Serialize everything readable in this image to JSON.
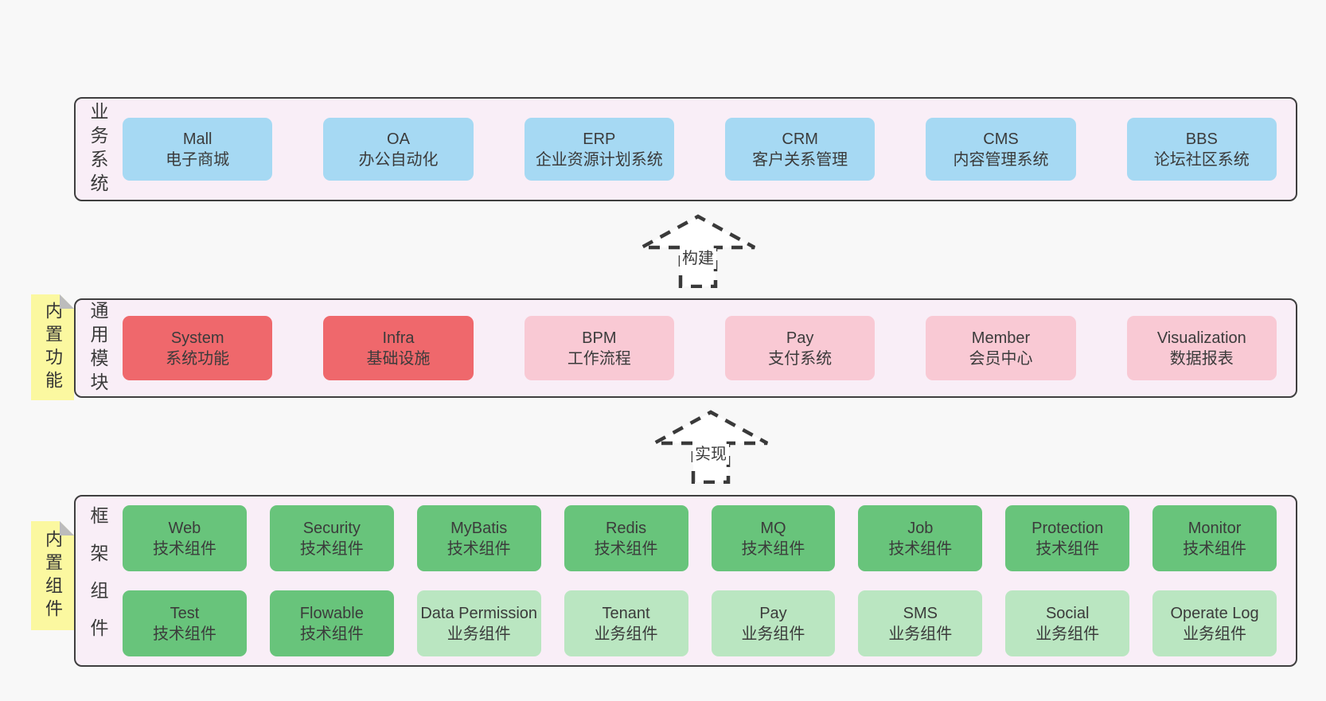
{
  "colors": {
    "page_bg": "#f8f8f8",
    "band_bg": "#f9eef7",
    "band_border": "#3f3f3f",
    "box_blue": "#a6d9f3",
    "box_red": "#ef686c",
    "box_pink": "#f9c9d4",
    "box_green": "#68c47b",
    "box_green_light": "#bae6c1",
    "sticky_yellow": "#fbf8a0",
    "sticky_fold": "#bcbcbc",
    "text": "#3a3a3a"
  },
  "arrows": [
    {
      "label": "构建"
    },
    {
      "label": "实现"
    }
  ],
  "bands": [
    {
      "label": "业务系统",
      "boxes": [
        {
          "name": "Mall",
          "desc": "电子商城"
        },
        {
          "name": "OA",
          "desc": "办公自动化"
        },
        {
          "name": "ERP",
          "desc": "企业资源计划系统"
        },
        {
          "name": "CRM",
          "desc": "客户关系管理"
        },
        {
          "name": "CMS",
          "desc": "内容管理系统"
        },
        {
          "name": "BBS",
          "desc": "论坛社区系统"
        }
      ]
    },
    {
      "label": "通用模块",
      "sticky": "内置功能",
      "boxes": [
        {
          "name": "System",
          "desc": "系统功能"
        },
        {
          "name": "Infra",
          "desc": "基础设施"
        },
        {
          "name": "BPM",
          "desc": "工作流程"
        },
        {
          "name": "Pay",
          "desc": "支付系统"
        },
        {
          "name": "Member",
          "desc": "会员中心"
        },
        {
          "name": "Visualization",
          "desc": "数据报表"
        }
      ]
    },
    {
      "label": "框架组件",
      "sticky": "内置组件",
      "rows": [
        [
          {
            "name": "Web",
            "desc": "技术组件"
          },
          {
            "name": "Security",
            "desc": "技术组件"
          },
          {
            "name": "MyBatis",
            "desc": "技术组件"
          },
          {
            "name": "Redis",
            "desc": "技术组件"
          },
          {
            "name": "MQ",
            "desc": "技术组件"
          },
          {
            "name": "Job",
            "desc": "技术组件"
          },
          {
            "name": "Protection",
            "desc": "技术组件"
          },
          {
            "name": "Monitor",
            "desc": "技术组件"
          }
        ],
        [
          {
            "name": "Test",
            "desc": "技术组件"
          },
          {
            "name": "Flowable",
            "desc": "技术组件"
          },
          {
            "name": "Data Permission",
            "desc": "业务组件"
          },
          {
            "name": "Tenant",
            "desc": "业务组件"
          },
          {
            "name": "Pay",
            "desc": "业务组件"
          },
          {
            "name": "SMS",
            "desc": "业务组件"
          },
          {
            "name": "Social",
            "desc": "业务组件"
          },
          {
            "name": "Operate Log",
            "desc": "业务组件"
          }
        ]
      ]
    }
  ]
}
